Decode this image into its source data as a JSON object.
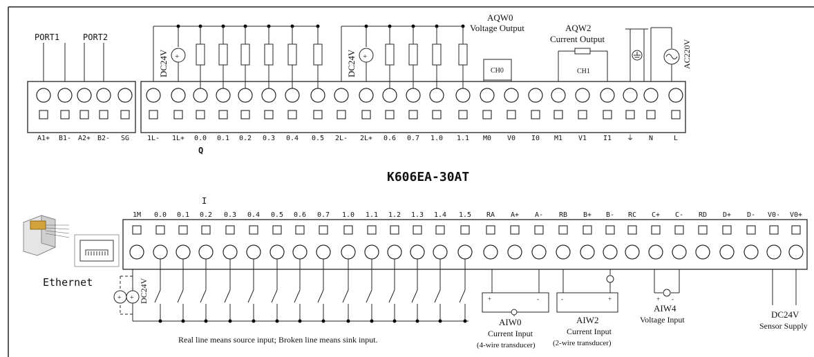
{
  "model": "K606EA-30AT",
  "top_block": {
    "port_labels": [
      "PORT1",
      "PORT2"
    ],
    "comm_terminals": [
      "A1+",
      "B1-",
      "A2+",
      "B2-",
      "SG"
    ],
    "terminals": [
      "1L-",
      "1L+",
      "0.0",
      "0.1",
      "0.2",
      "0.3",
      "0.4",
      "0.5",
      "2L-",
      "2L+",
      "0.6",
      "0.7",
      "1.0",
      "1.1",
      "M0",
      "V0",
      "I0",
      "M1",
      "V1",
      "I1",
      "⏚",
      "N",
      "L"
    ],
    "output_group_label": "Q",
    "supply_label": "DC24V",
    "supply_label_2": "DC24V",
    "ac_label": "AC220V",
    "aqw0_title": "AQW0",
    "aqw0_sub": "Voltage Output",
    "aqw0_ch": "CH0",
    "aqw2_title": "AQW2",
    "aqw2_sub": "Current Output",
    "aqw2_ch": "CH1"
  },
  "bottom_block": {
    "input_group_label": "I",
    "terminals": [
      "1M",
      "0.0",
      "0.1",
      "0.2",
      "0.3",
      "0.4",
      "0.5",
      "0.6",
      "0.7",
      "1.0",
      "1.1",
      "1.2",
      "1.3",
      "1.4",
      "1.5",
      "RA",
      "A+",
      "A-",
      "RB",
      "B+",
      "B-",
      "RC",
      "C+",
      "C-",
      "RD",
      "D+",
      "D-",
      "V0-",
      "V0+"
    ],
    "ethernet_label": "Ethernet",
    "supply_label": "DC24V",
    "note": "Real line means source input; Broken line means sink input.",
    "aiw0_title": "AIW0",
    "aiw0_sub": "Current Input",
    "aiw0_detail": "(4-wire transducer)",
    "aiw2_title": "AIW2",
    "aiw2_sub": "Current Input",
    "aiw2_detail": "(2-wire transducer)",
    "aiw4_title": "AIW4",
    "aiw4_sub": "Voltage Input",
    "sensor_title": "DC24V",
    "sensor_sub": "Sensor Supply"
  },
  "icons": [
    "rj45-plug-icon",
    "rj45-port-icon",
    "ground-icon",
    "ac-source-icon",
    "dc-source-icon",
    "resistor-icon",
    "switch-icon"
  ]
}
